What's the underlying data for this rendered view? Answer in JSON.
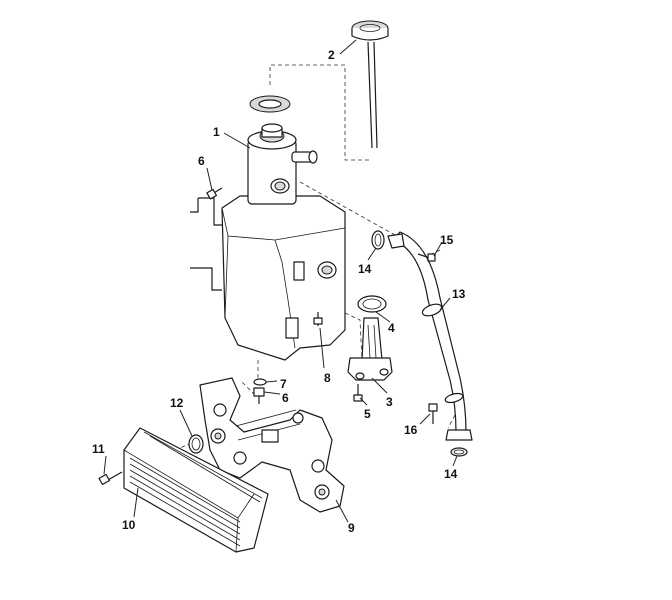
{
  "callouts": {
    "c1": "1",
    "c2": "2",
    "c3": "3",
    "c4": "4",
    "c5": "5",
    "c6a": "6",
    "c6b": "6",
    "c7": "7",
    "c8": "8",
    "c9": "9",
    "c10": "10",
    "c11": "11",
    "c12": "12",
    "c13": "13",
    "c14a": "14",
    "c14b": "14",
    "c15": "15",
    "c16": "16"
  }
}
